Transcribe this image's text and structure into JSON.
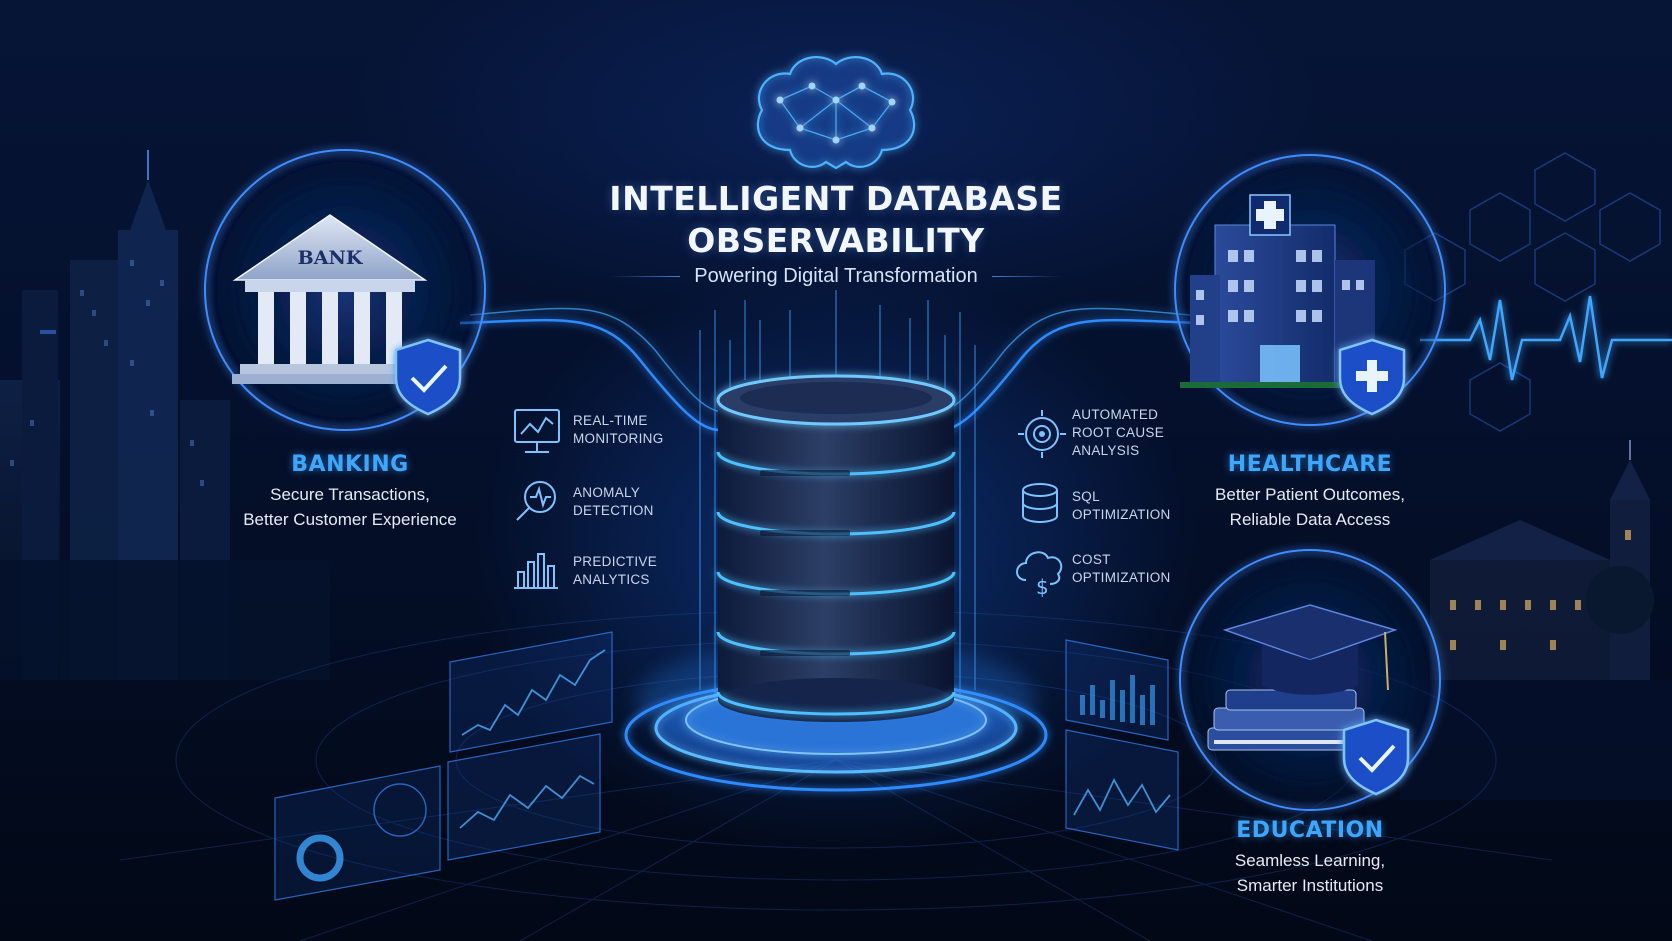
{
  "header": {
    "title_line1": "INTELLIGENT DATABASE",
    "title_line2": "OBSERVABILITY",
    "subtitle": "Powering Digital Transformation"
  },
  "icons": {
    "top": "brain-network-icon",
    "center": "database-stack-icon"
  },
  "sectors": {
    "banking": {
      "title": "BANKING",
      "desc_line1": "Secure Transactions,",
      "desc_line2": "Better Customer Experience",
      "building_sign": "BANK",
      "icon": "bank-building-icon"
    },
    "healthcare": {
      "title": "HEALTHCARE",
      "desc_line1": "Better Patient Outcomes,",
      "desc_line2": "Reliable Data Access",
      "icon": "hospital-building-icon"
    },
    "education": {
      "title": "EDUCATION",
      "desc_line1": "Seamless Learning,",
      "desc_line2": "Smarter Institutions",
      "icon": "graduation-cap-books-icon"
    }
  },
  "features_left": [
    {
      "line1": "Real-Time",
      "line2": "Monitoring",
      "icon": "monitor-chart-icon"
    },
    {
      "line1": "Anomaly",
      "line2": "Detection",
      "icon": "magnifier-pulse-icon"
    },
    {
      "line1": "Predictive",
      "line2": "Analytics",
      "icon": "bar-chart-icon"
    }
  ],
  "features_right": [
    {
      "line1": "Automated",
      "line2": "Root Cause",
      "line3": "Analysis",
      "icon": "target-gear-icon"
    },
    {
      "line1": "SQL",
      "line2": "Optimization",
      "icon": "database-icon"
    },
    {
      "line1": "Cost",
      "line2": "Optimization",
      "icon": "cloud-dollar-icon"
    }
  ],
  "colors": {
    "accent": "#3fa6ff",
    "glow": "#2f8bff",
    "background": "#030b1f",
    "text": "#e6ecf6"
  }
}
